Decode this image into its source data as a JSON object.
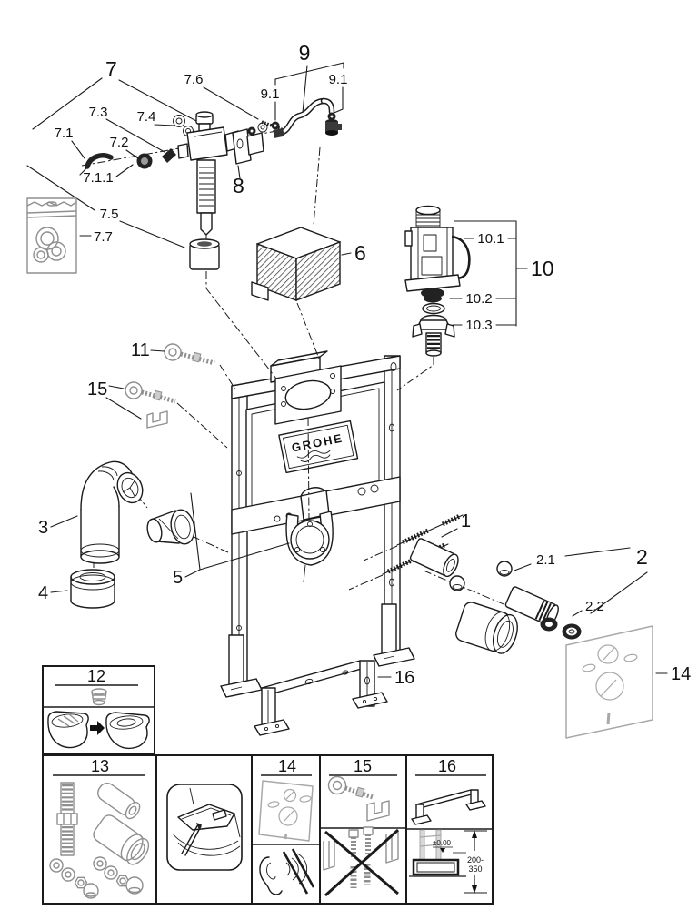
{
  "brand": {
    "logo": "GROHE"
  },
  "labels": {
    "p1": "1",
    "p2": "2",
    "p2_1": "2.1",
    "p2_2": "2.2",
    "p3": "3",
    "p4": "4",
    "p5": "5",
    "p6": "6",
    "p7": "7",
    "p7_1": "7.1",
    "p7_1_1": "7.1.1",
    "p7_2": "7.2",
    "p7_3": "7.3",
    "p7_4": "7.4",
    "p7_5": "7.5",
    "p7_6": "7.6",
    "p7_7": "7.7",
    "p8": "8",
    "p9": "9",
    "p9_1a": "9.1",
    "p9_1b": "9.1",
    "p10": "10",
    "p10_1": "10.1",
    "p10_2": "10.2",
    "p10_3": "10.3",
    "p11": "11",
    "p14": "14",
    "p15": "15",
    "p16": "16"
  },
  "legend": {
    "box12": {
      "label": "12"
    },
    "box13": {
      "label": "13"
    },
    "box14": {
      "label": "14"
    },
    "box15": {
      "label": "15"
    },
    "box16": {
      "label": "16",
      "datum": "±0.00",
      "range_top": "200-",
      "range_bottom": "350"
    }
  }
}
